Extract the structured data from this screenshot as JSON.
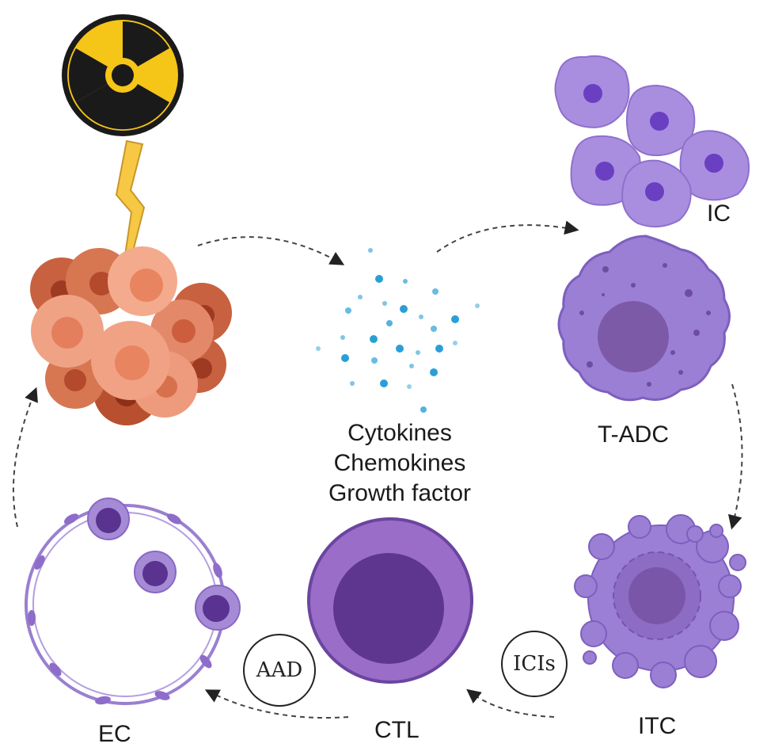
{
  "labels": {
    "ic": "IC",
    "tadc": "T-ADC",
    "itc": "ITC",
    "ctl": "CTL",
    "ec": "EC"
  },
  "signals": {
    "line1": "Cytokines",
    "line2": "Chemokines",
    "line3": "Growth factor"
  },
  "badges": {
    "aad": "AAD",
    "icis": "ICIs"
  },
  "icons": {
    "radiation": "radiation-hazard-icon",
    "lightning": "lightning-bolt-icon"
  },
  "colors": {
    "tumor": "#e98a6b",
    "immune_purple": "#9b7fd4",
    "dark_purple": "#6a3fa0",
    "radiation_yellow": "#f5c518",
    "cytokine_blue": "#2a9fd6"
  }
}
